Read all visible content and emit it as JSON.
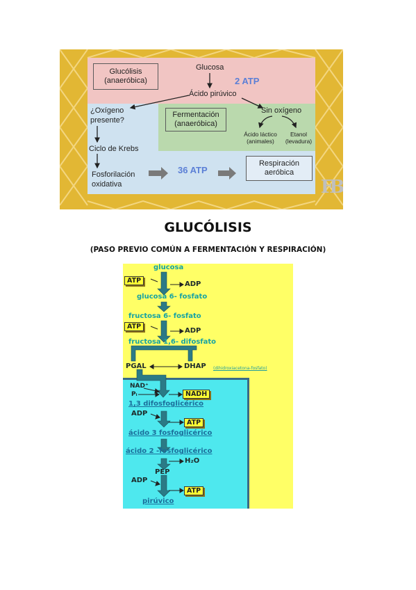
{
  "top_diagram": {
    "glycolysis_box": [
      "Glucólisis",
      "(anaeróbica)"
    ],
    "glucose": "Glucosa",
    "atp_2": "2 ATP",
    "pyruvic_acid": "Ácido pirúvico",
    "oxygen_question": [
      "¿Oxígeno",
      "presente?"
    ],
    "fermentation_box": [
      "Fermentación",
      "(anaeróbica)"
    ],
    "no_oxygen": "Sin oxígeno",
    "lactic_acid": [
      "Ácido láctico",
      "(animales)"
    ],
    "ethanol": [
      "Etanol",
      "(levadura)"
    ],
    "krebs": "Ciclo de Krebs",
    "oxidative": [
      "Fosforilación",
      "oxidativa"
    ],
    "atp_36": "36 ATP",
    "aerobic_box": [
      "Respiración",
      "aeróbica"
    ],
    "logo": "FB",
    "colors": {
      "frame": "#e2b734",
      "pink": "#f1c5c3",
      "blue": "#cfe2f0",
      "green": "#bad9ad",
      "atp": "#5b7fd6"
    }
  },
  "title": "GLUCÓLISIS",
  "subtitle": "(PASO PREVIO COMÚN A FERMENTACIÓN Y RESPIRACIÓN)",
  "pathway": {
    "glucosa": "glucosa",
    "atp_1": "ATP",
    "adp_1": "ADP",
    "g6p": "glucosa 6- fosfato",
    "f6p": "fructosa 6- fosfato",
    "atp_2": "ATP",
    "adp_2": "ADP",
    "f16dp": "fructosa 1,6- difosfato",
    "pgal": "PGAL",
    "dhap": "DHAP",
    "isomerase": "(dihidroxiacetona-fosfato)",
    "nad": "NAD⁺",
    "pi": "Pᵢ",
    "nadh": "NADH",
    "dpg13": "1,3 difosfoglicérico",
    "adp_3": "ADP",
    "atp_3": "ATP",
    "pga3": "ácido 3 fosfoglicérico",
    "pga2": "ácido 2 -fosfoglicérico",
    "h2o": "H₂O",
    "pep": "PEP",
    "adp_4": "ADP",
    "atp_4": "ATP",
    "piruvico": "pirúvico",
    "colors": {
      "background": "#ffff66",
      "cyan": "#4ee8ee",
      "arrow": "#2b7a86",
      "label": "#16a3a3"
    }
  }
}
